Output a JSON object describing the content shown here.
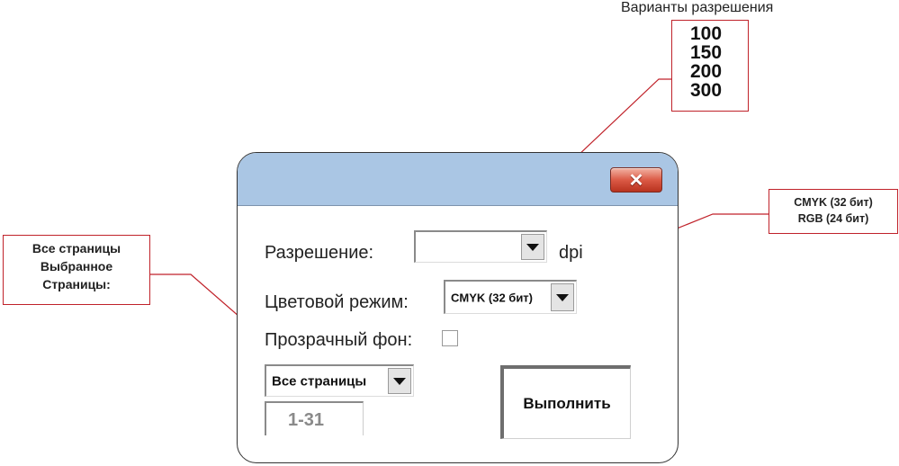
{
  "callouts": {
    "resolution_title": "Варианты разрешения",
    "resolution_options": [
      "100",
      "150",
      "200",
      "300"
    ],
    "color_modes": [
      "CMYK (32 бит)",
      "RGB (24 бит)"
    ],
    "page_options": [
      "Все страницы",
      "Выбранное",
      "Страницы:"
    ]
  },
  "dialog": {
    "close_symbol": "✕",
    "resolution_label": "Разрешение:",
    "resolution_value": "",
    "resolution_unit": "dpi",
    "color_mode_label": "Цветовой режим:",
    "color_mode_value": "CMYK (32 бит)",
    "transparent_label": "Прозрачный фон:",
    "transparent_checked": false,
    "pages_value": "Все страницы",
    "pages_range_value": "1-31",
    "run_button": "Выполнить"
  },
  "colors": {
    "titlebar": "#aac6e4",
    "callout_border": "#c0222a",
    "close_button": "#d2513c"
  }
}
